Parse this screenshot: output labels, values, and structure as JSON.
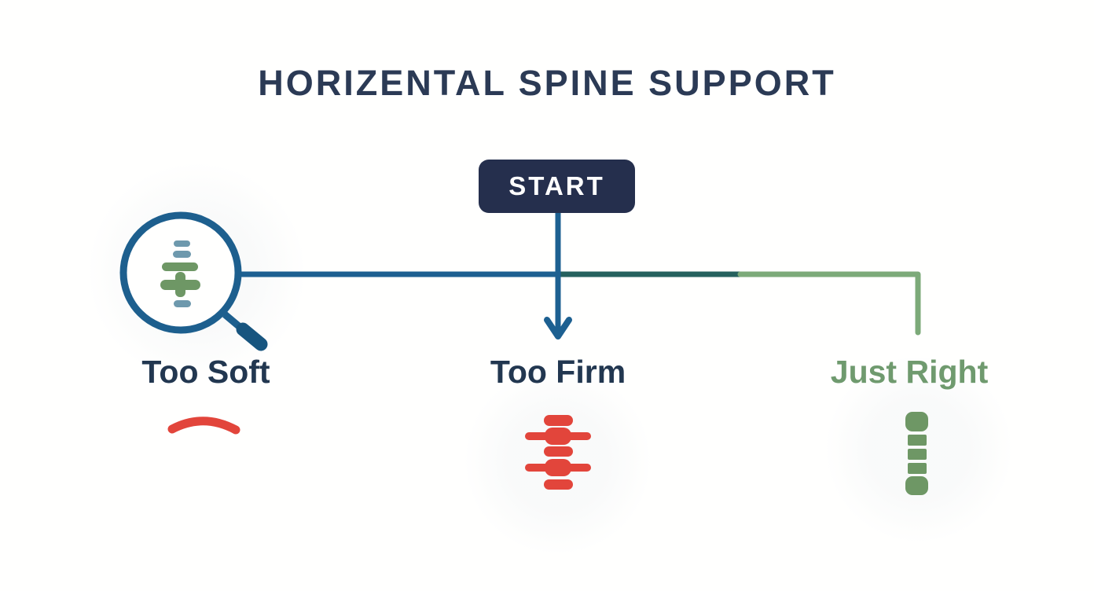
{
  "title": "HORIZENTAL SPINE SUPPORT",
  "start": {
    "label": "START"
  },
  "branches": [
    {
      "label": "Too Soft",
      "outcome": "negative",
      "icon": "sagging-curve-icon"
    },
    {
      "label": "Too Firm",
      "outcome": "negative",
      "icon": "compressed-spine-icon"
    },
    {
      "label": "Just Right",
      "outcome": "positive",
      "icon": "aligned-spine-column-icon"
    }
  ],
  "decoration": {
    "left_icon": "magnifying-glass-spine-icon"
  },
  "colors": {
    "title_navy": "#2b3a55",
    "label_navy": "#223750",
    "start_box_navy": "#252f4d",
    "flow_blue": "#1d6091",
    "flow_teal": "#25615e",
    "flow_green": "#7caa79",
    "positive_green_text": "#6f9a6e",
    "icon_green": "#6e9765",
    "icon_steel_blue": "#6e99ad",
    "alert_red": "#e2453b",
    "magnifier_blue": "#1d5f8e"
  }
}
